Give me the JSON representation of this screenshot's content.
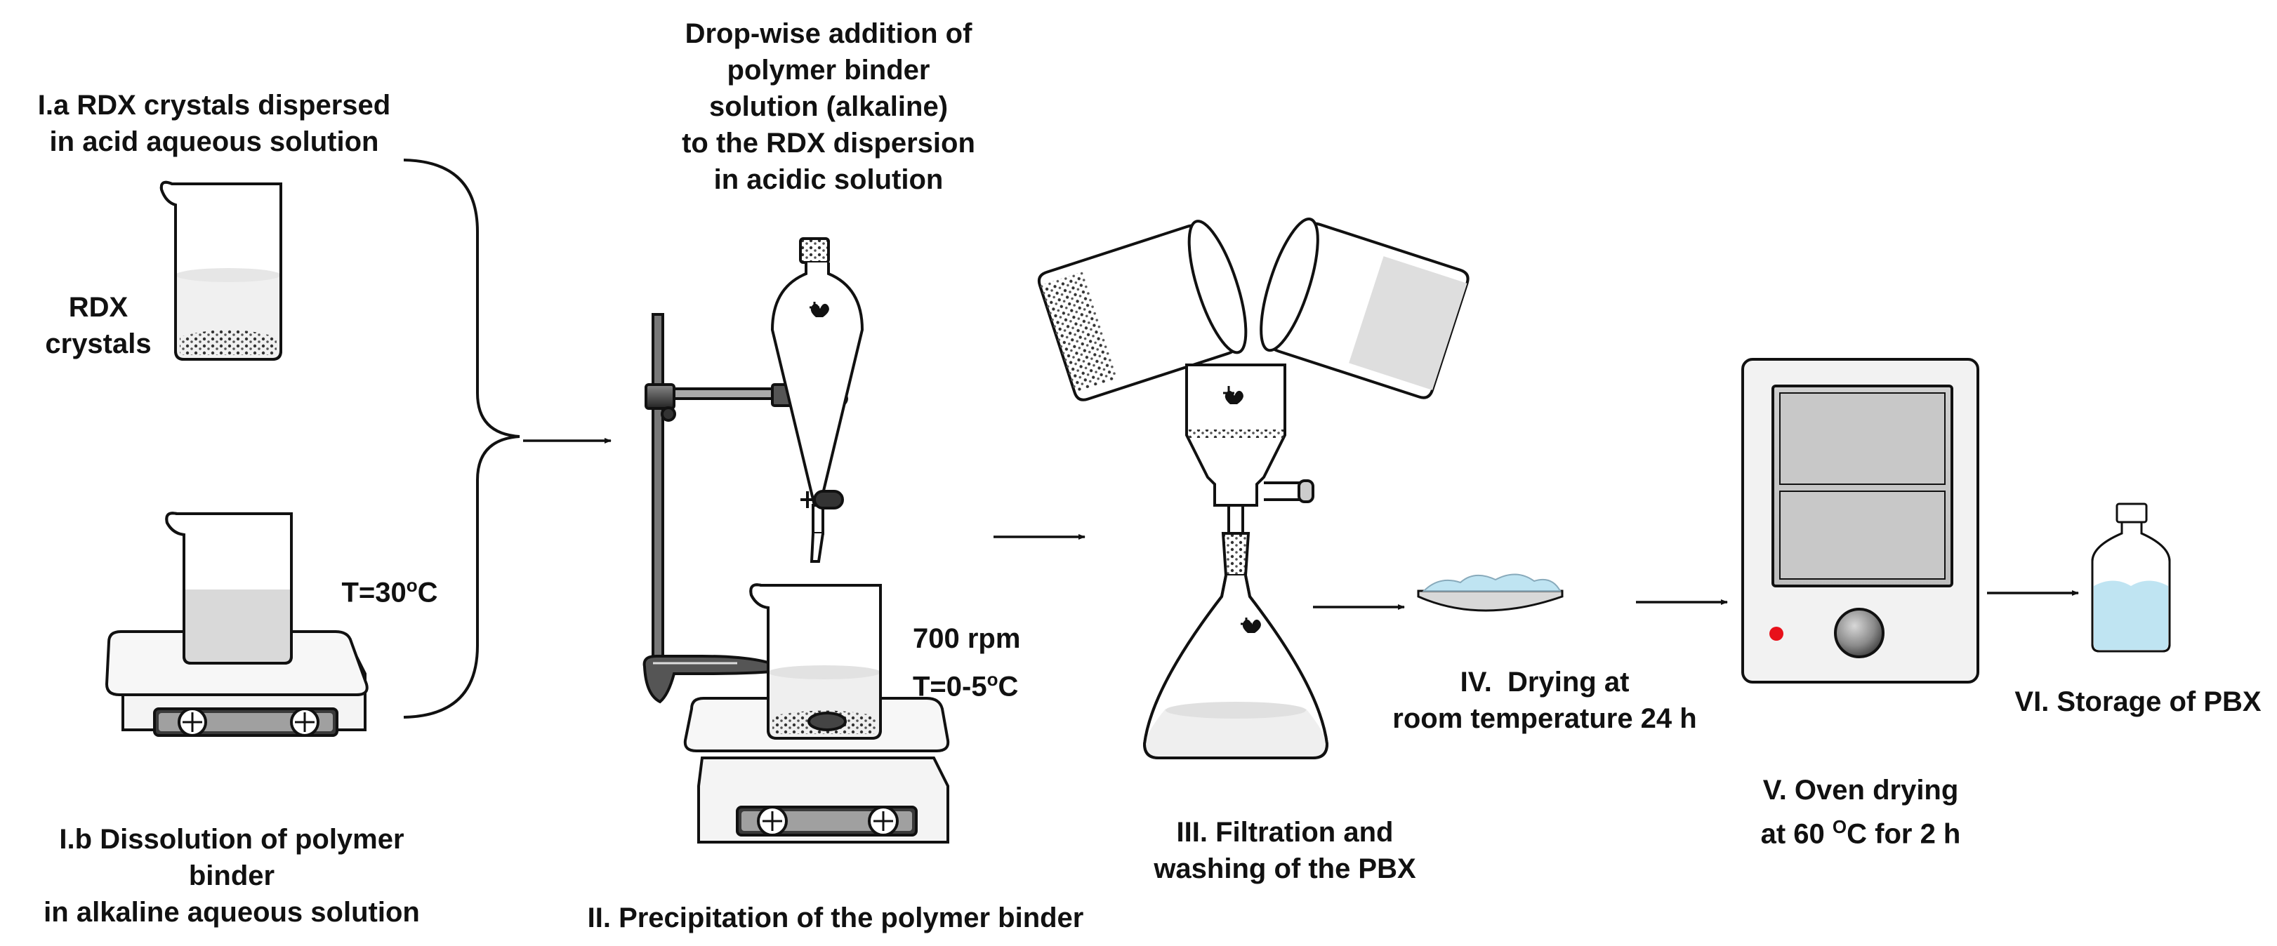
{
  "steps": {
    "step1a": {
      "lines": [
        "I.a RDX crystals dispersed",
        "in acid aqueous solution"
      ]
    },
    "rdx": {
      "lines": [
        "RDX",
        "crystals"
      ]
    },
    "temp30": {
      "prefix": "T=30",
      "sup": "o",
      "suffix": "C"
    },
    "step1b": {
      "lines": [
        "I.b Dissolution of polymer",
        "binder",
        "in alkaline aqueous solution"
      ]
    },
    "dropwise": {
      "lines": [
        "Drop-wise addition of",
        "polymer binder",
        "solution (alkaline)",
        "to the RDX dispersion",
        "in acidic solution"
      ]
    },
    "rpm": {
      "text": "700 rpm"
    },
    "temp05": {
      "prefix": "T=0-5",
      "sup": "o",
      "suffix": "C"
    },
    "step2": {
      "text": "II. Precipitation of the polymer binder"
    },
    "step3": {
      "lines": [
        "III. Filtration and",
        "washing of the PBX"
      ]
    },
    "step4": {
      "lines": [
        "IV.  Drying at",
        "room temperature 24 h"
      ]
    },
    "step5": {
      "line1": "V. Oven drying",
      "prefix": "at 60 ",
      "sup": "O",
      "suffix": "C for 2 h"
    },
    "step6": {
      "text": "VI. Storage of PBX"
    }
  },
  "colors": {
    "line": "#111111",
    "liquid": "#d9d9d9",
    "crystal": "#bfe4f2",
    "indicator": "#e8101a",
    "plate": "#f2f2f2"
  }
}
